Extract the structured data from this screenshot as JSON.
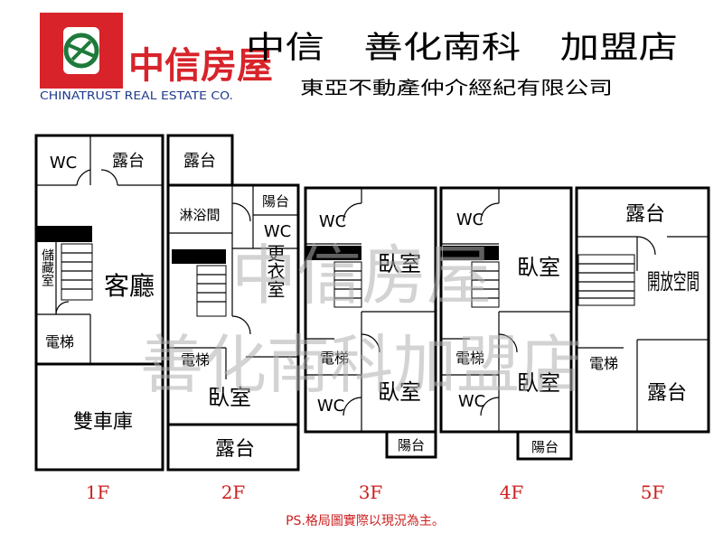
{
  "logo": {
    "brand_cn": "中信房屋",
    "brand_en": "CHINATRUST REAL ESTATE CO."
  },
  "header": {
    "title": "中信　善化南科　加盟店",
    "subtitle": "東亞不動產仲介經紀有限公司"
  },
  "watermark": {
    "line1": "中信房屋",
    "line2": "善化南科加盟店"
  },
  "floors": {
    "f1": {
      "label": "1F",
      "rooms": {
        "wc": "WC",
        "terrace": "露台",
        "storage": "儲藏室",
        "living": "客廳",
        "elevator": "電梯",
        "garage": "雙車庫"
      }
    },
    "f2": {
      "label": "2F",
      "rooms": {
        "terrace_top": "露台",
        "bath": "淋浴間",
        "balcony": "陽台",
        "wc": "WC",
        "closet": "更衣室",
        "elevator": "電梯",
        "bedroom": "臥室",
        "terrace_bottom": "露台"
      }
    },
    "f3": {
      "label": "3F",
      "rooms": {
        "wc_top": "WC",
        "bedroom_top": "臥室",
        "elevator": "電梯",
        "wc_bottom": "WC",
        "bedroom_bottom": "臥室",
        "balcony": "陽台"
      }
    },
    "f4": {
      "label": "4F",
      "rooms": {
        "wc_top": "WC",
        "bedroom_top": "臥室",
        "elevator": "電梯",
        "wc_bottom": "WC",
        "bedroom_bottom": "臥室",
        "balcony": "陽台"
      }
    },
    "f5": {
      "label": "5F",
      "rooms": {
        "terrace_top": "露台",
        "open_space": "開放空間",
        "elevator": "電梯",
        "terrace_bottom": "露台"
      }
    }
  },
  "note": "PS.格局圖實際以現況為主。",
  "colors": {
    "brand_red": "#d8232a",
    "floor_label_red": "#cc1f1f",
    "watermark_gray": "#d0d0d0"
  }
}
